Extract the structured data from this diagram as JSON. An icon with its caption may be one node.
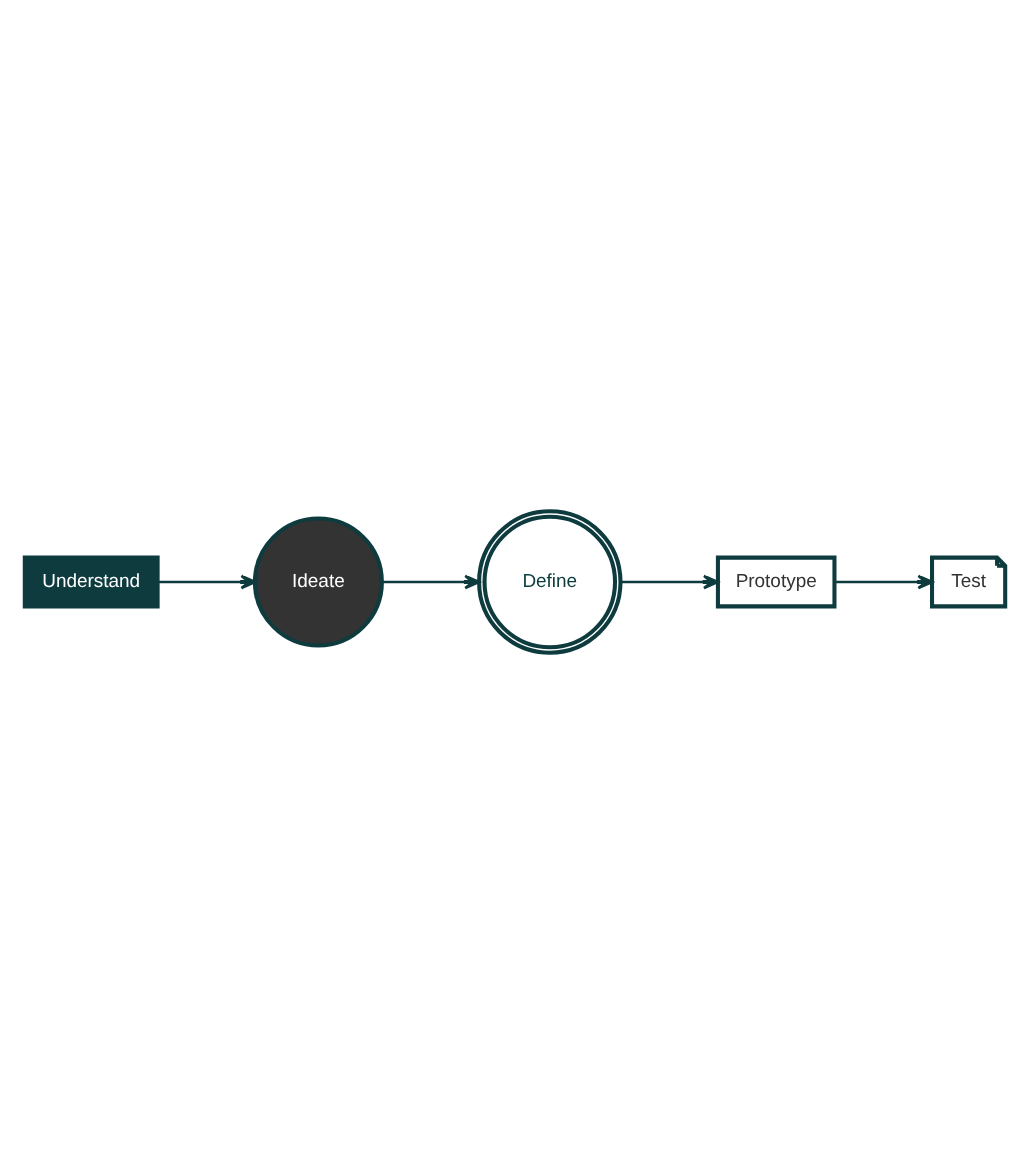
{
  "diagram": {
    "nodes": [
      {
        "text": [
          "Understand"
        ]
      },
      {
        "text": [
          "Ideate"
        ]
      },
      {
        "text": [
          "Define"
        ]
      },
      {
        "text": [
          "Prototype"
        ]
      },
      {
        "text": [
          "Test"
        ]
      }
    ],
    "edges": [
      {
        "from": 0,
        "to": 1,
        "arrow": "to"
      },
      {
        "from": 1,
        "to": 2,
        "arrow": "to"
      },
      {
        "from": 2,
        "to": 3,
        "arrow": "to"
      },
      {
        "from": 3,
        "to": 4,
        "arrow": "to"
      }
    ]
  }
}
